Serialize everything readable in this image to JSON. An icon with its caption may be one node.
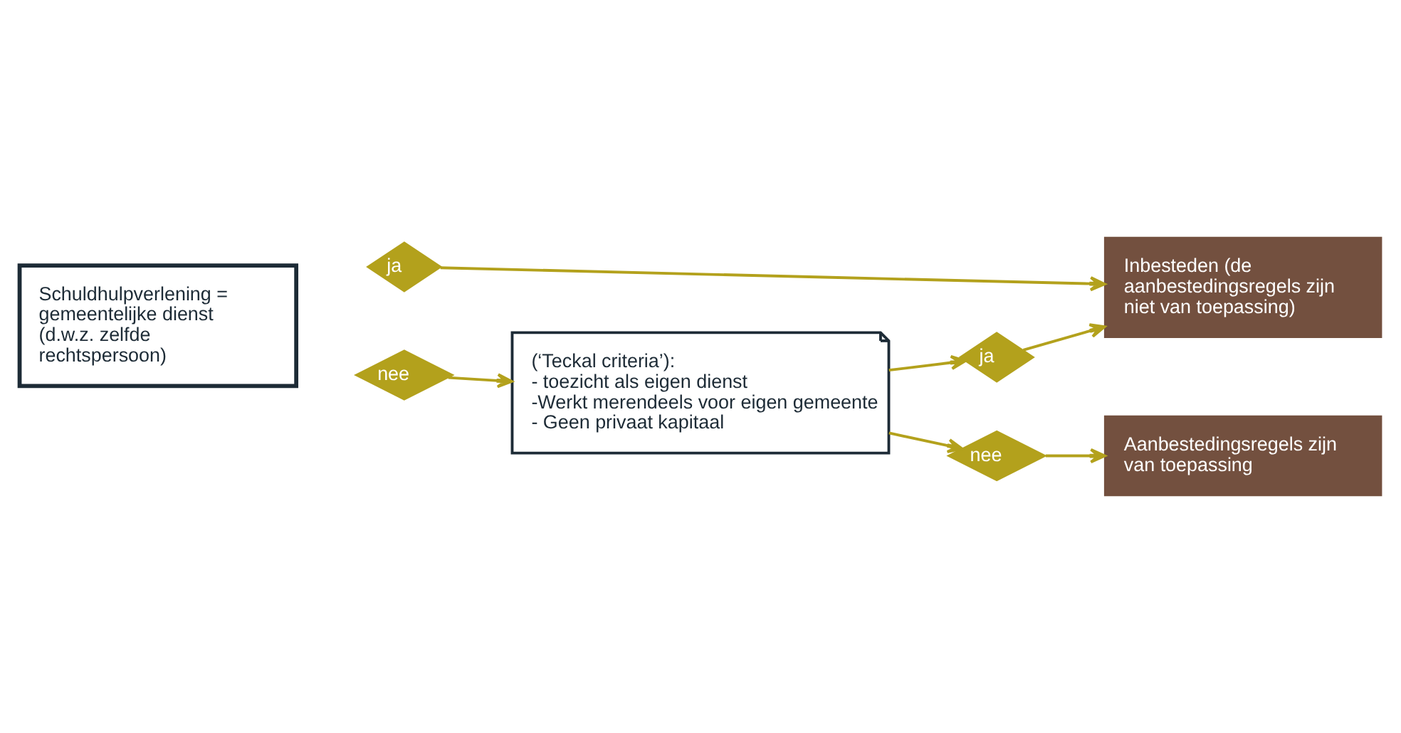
{
  "diagram": {
    "nodes": [
      {
        "text": [
          "Schuldhulpverlening = gemeentelijke dienst (d.w.z. zelfde rechtspersoon)"
        ]
      },
      {
        "text": [
          "ja"
        ]
      },
      {
        "text": [
          "Inbesteden (de aanbestedingsregels zijn niet van toepassing)"
        ]
      },
      {
        "text": [
          "ja"
        ]
      },
      {
        "text": [
          "nee"
        ]
      },
      {
        "text": [
          "(‘Teckal criteria’):",
          "- toezicht als eigen dienst",
          "-Werkt merendeels voor eigen gemeente",
          "- Geen privaat kapitaal"
        ]
      },
      {
        "text": [
          "nee"
        ]
      },
      {
        "text": [
          "Aanbestedingsregels zijn van toepassing"
        ]
      }
    ],
    "edges": [
      {
        "from": 1,
        "to": 2,
        "arrow": "to"
      },
      {
        "from": 3,
        "to": 2,
        "arrow": "to"
      },
      {
        "from": 4,
        "to": 5,
        "arrow": "to"
      },
      {
        "from": 5,
        "to": 3,
        "arrow": "to"
      },
      {
        "from": 5,
        "to": 6,
        "arrow": "to"
      },
      {
        "from": 6,
        "to": 7,
        "arrow": "to"
      }
    ]
  }
}
